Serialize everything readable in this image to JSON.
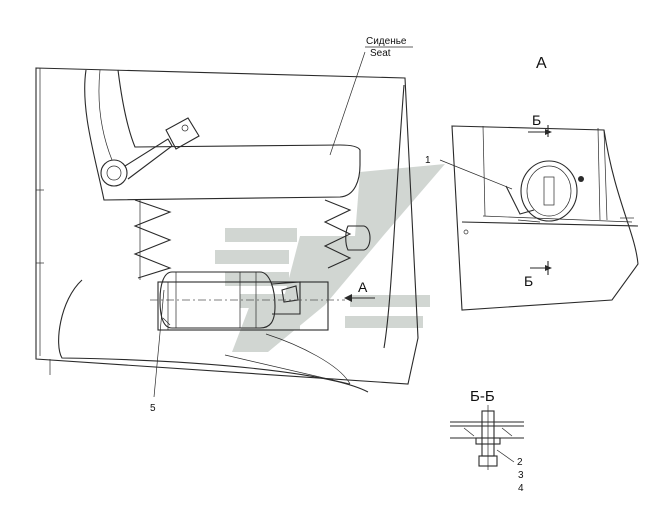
{
  "labels": {
    "seat_ru": "Сиденье",
    "seat_en": "Seat",
    "view_a": "А",
    "arrow_a": "А",
    "cut_b_top": "Б",
    "cut_b_bottom": "Б",
    "section_title": "Б-Б",
    "callout_1": "1",
    "callout_2": "2",
    "callout_3": "3",
    "callout_4": "4",
    "callout_5": "5"
  },
  "colors": {
    "line": "#2a2a2a",
    "watermark": "#c9cfcb",
    "background": "#ffffff"
  }
}
